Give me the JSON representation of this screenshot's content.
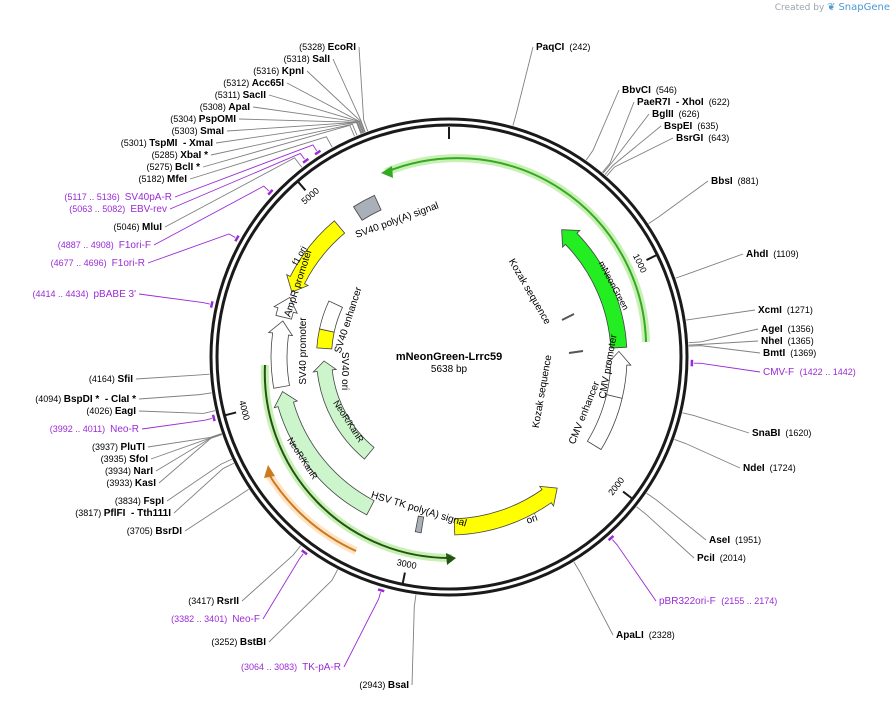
{
  "header": {
    "credit_prefix": "Created by",
    "credit_brand": "SnapGene"
  },
  "plasmid": {
    "name": "mNeonGreen-Lrrc59",
    "length_label": "5638 bp",
    "total_bp": 5638
  },
  "ticks": [
    {
      "label": "1000",
      "bp": 1000
    },
    {
      "label": "2000",
      "bp": 2000
    },
    {
      "label": "3000",
      "bp": 3000
    },
    {
      "label": "4000",
      "bp": 4000
    },
    {
      "label": "5000",
      "bp": 5000
    }
  ],
  "colors": {
    "ring": "#1a1a1a",
    "primer": "#9a2bd6",
    "yellow": "#ffff00",
    "green": "#22dd22",
    "light_green": "#ccf5cc",
    "orange": "#ffb347",
    "gray_feature": "#aab0b8",
    "halo": "#c8f0b4",
    "line": "#808080"
  },
  "enzymes_left": [
    {
      "name": "EcoRI",
      "pos": "(5328)",
      "bp": 5328
    },
    {
      "name": "SalI",
      "pos": "(5318)",
      "bp": 5318
    },
    {
      "name": "KpnI",
      "pos": "(5316)",
      "bp": 5316
    },
    {
      "name": "Acc65I",
      "pos": "(5312)",
      "bp": 5312
    },
    {
      "name": "SacII",
      "pos": "(5311)",
      "bp": 5311
    },
    {
      "name": "ApaI",
      "pos": "(5308)",
      "bp": 5308
    },
    {
      "name": "PspOMI",
      "pos": "(5304)",
      "bp": 5304
    },
    {
      "name": "SmaI",
      "pos": "(5303)",
      "bp": 5303
    },
    {
      "name": "TspMI  - XmaI",
      "pos": "(5301)",
      "bp": 5301
    },
    {
      "name": "XbaI *",
      "pos": "(5285)",
      "bp": 5285
    },
    {
      "name": "BclI *",
      "pos": "(5275)",
      "bp": 5275
    },
    {
      "name": "MfeI",
      "pos": "(5182)",
      "bp": 5182
    },
    {
      "name": "MluI",
      "pos": "(5046)",
      "bp": 5046
    },
    {
      "name": "SfiI",
      "pos": "(4164)",
      "bp": 4164
    },
    {
      "name": "BspDI *  - ClaI *",
      "pos": "(4094)",
      "bp": 4094
    },
    {
      "name": "EagI",
      "pos": "(4026)",
      "bp": 4026
    },
    {
      "name": "PluTI",
      "pos": "(3937)",
      "bp": 3937
    },
    {
      "name": "SfoI",
      "pos": "(3935)",
      "bp": 3935
    },
    {
      "name": "NarI",
      "pos": "(3934)",
      "bp": 3934
    },
    {
      "name": "KasI",
      "pos": "(3933)",
      "bp": 3933
    },
    {
      "name": "FspI",
      "pos": "(3834)",
      "bp": 3834
    },
    {
      "name": "PflFI  - Tth111I",
      "pos": "(3817)",
      "bp": 3817
    },
    {
      "name": "BsrDI",
      "pos": "(3705)",
      "bp": 3705
    },
    {
      "name": "RsrII",
      "pos": "(3417)",
      "bp": 3417
    },
    {
      "name": "BstBI",
      "pos": "(3252)",
      "bp": 3252
    },
    {
      "name": "BsaI",
      "pos": "(2943)",
      "bp": 2943
    }
  ],
  "enzymes_right": [
    {
      "name": "PaqCI",
      "pos": "(242)",
      "bp": 242
    },
    {
      "name": "BbvCI",
      "pos": "(546)",
      "bp": 546
    },
    {
      "name": "PaeR7I  - XhoI",
      "pos": "(622)",
      "bp": 622
    },
    {
      "name": "BglII",
      "pos": "(626)",
      "bp": 626
    },
    {
      "name": "BspEI",
      "pos": "(635)",
      "bp": 635
    },
    {
      "name": "BsrGI",
      "pos": "(643)",
      "bp": 643
    },
    {
      "name": "BbsI",
      "pos": "(881)",
      "bp": 881
    },
    {
      "name": "AhdI",
      "pos": "(1109)",
      "bp": 1109
    },
    {
      "name": "XcmI",
      "pos": "(1271)",
      "bp": 1271
    },
    {
      "name": "AgeI",
      "pos": "(1356)",
      "bp": 1356
    },
    {
      "name": "NheI",
      "pos": "(1365)",
      "bp": 1365
    },
    {
      "name": "BmtI",
      "pos": "(1369)",
      "bp": 1369
    },
    {
      "name": "SnaBI",
      "pos": "(1620)",
      "bp": 1620
    },
    {
      "name": "NdeI",
      "pos": "(1724)",
      "bp": 1724
    },
    {
      "name": "AseI",
      "pos": "(1951)",
      "bp": 1951
    },
    {
      "name": "PciI",
      "pos": "(2014)",
      "bp": 2014
    },
    {
      "name": "ApaLI",
      "pos": "(2328)",
      "bp": 2328
    }
  ],
  "primers": [
    {
      "name": "SV40pA-R",
      "range": "(5117 .. 5136)",
      "bp": 5126,
      "side": "left"
    },
    {
      "name": "EBV-rev",
      "range": "(5063 .. 5082)",
      "bp": 5072,
      "side": "left"
    },
    {
      "name": "F1ori-F",
      "range": "(4887 .. 4908)",
      "bp": 4897,
      "side": "left"
    },
    {
      "name": "F1ori-R",
      "range": "(4677 .. 4696)",
      "bp": 4686,
      "side": "left"
    },
    {
      "name": "pBABE 3'",
      "range": "(4414 .. 4434)",
      "bp": 4424,
      "side": "left"
    },
    {
      "name": "Neo-R",
      "range": "(3992 .. 4011)",
      "bp": 4001,
      "side": "left"
    },
    {
      "name": "Neo-F",
      "range": "(3382 .. 3401)",
      "bp": 3391,
      "side": "left"
    },
    {
      "name": "TK-pA-R",
      "range": "(3064 .. 3083)",
      "bp": 3073,
      "side": "left"
    },
    {
      "name": "CMV-F",
      "range": "(1422 .. 1442)",
      "bp": 1432,
      "side": "right"
    },
    {
      "name": "pBR322ori-F",
      "range": "(2155 .. 2174)",
      "bp": 2164,
      "side": "right"
    }
  ],
  "features": [
    {
      "name": "mNeonGreen",
      "start": 650,
      "end": 1360,
      "ring": "inner",
      "dir": "ccw",
      "color": "#22ee22"
    },
    {
      "name": "CMV promoter",
      "start": 1380,
      "end": 1620,
      "ring": "inner",
      "dir": "ccw",
      "color": "#ffffff"
    },
    {
      "name": "CMV enhancer",
      "start": 1620,
      "end": 1900,
      "ring": "inner",
      "dir": "none",
      "color": "#ffffff"
    },
    {
      "name": "ori",
      "start": 2200,
      "end": 2790,
      "ring": "inner",
      "dir": "ccw",
      "color": "#ffff00"
    },
    {
      "name": "HSV TK poly(A) signal",
      "start": 2960,
      "end": 2990,
      "ring": "inner",
      "dir": "none",
      "color": "#aab0b8"
    },
    {
      "name": "NeoR/KanR",
      "start": 3250,
      "end": 4045,
      "ring": "inner",
      "dir": "cw",
      "color": "#ccf5cc"
    },
    {
      "name": "SV40 promoter",
      "start": 4070,
      "end": 4420,
      "ring": "inner",
      "dir": "cw",
      "color": "#ffffff"
    },
    {
      "name": "AmpR promoter",
      "start": 4440,
      "end": 4550,
      "ring": "inner",
      "dir": "cw",
      "color": "#ffffff"
    },
    {
      "name": "f1 ori",
      "start": 4580,
      "end": 5010,
      "ring": "inner",
      "dir": "ccw",
      "color": "#ffff00"
    },
    {
      "name": "SV40 poly(A) signal",
      "start": 5130,
      "end": 5250,
      "ring": "inner",
      "dir": "none",
      "color": "#aab0b8"
    },
    {
      "name": "NeoR/KanR",
      "start": 3440,
      "end": 4200,
      "ring": "second",
      "dir": "cw",
      "color": "#ccf5cc"
    },
    {
      "name": "SV40 ori",
      "start": 4290,
      "end": 4420,
      "ring": "second",
      "dir": "none",
      "color": "#ffff00"
    },
    {
      "name": "SV40 enhancer",
      "start": 4420,
      "end": 4620,
      "ring": "second",
      "dir": "none",
      "color": "#ffffff"
    }
  ],
  "feature_labels": [
    {
      "text": "SV40 poly(A) signal"
    },
    {
      "text": "f1 ori"
    },
    {
      "text": "AmpR promoter"
    },
    {
      "text": "SV40 promoter"
    },
    {
      "text": "SV40 enhancer"
    },
    {
      "text": "SV40 ori"
    },
    {
      "text": "NeoR/KanR"
    },
    {
      "text": "NeoR/KanR"
    },
    {
      "text": "HSV TK poly(A) signal"
    },
    {
      "text": "ori"
    },
    {
      "text": "CMV enhancer"
    },
    {
      "text": "CMV promoter"
    },
    {
      "text": "Kozak sequence"
    },
    {
      "text": "Kozak sequence"
    },
    {
      "text": "mNeonGreen"
    }
  ]
}
